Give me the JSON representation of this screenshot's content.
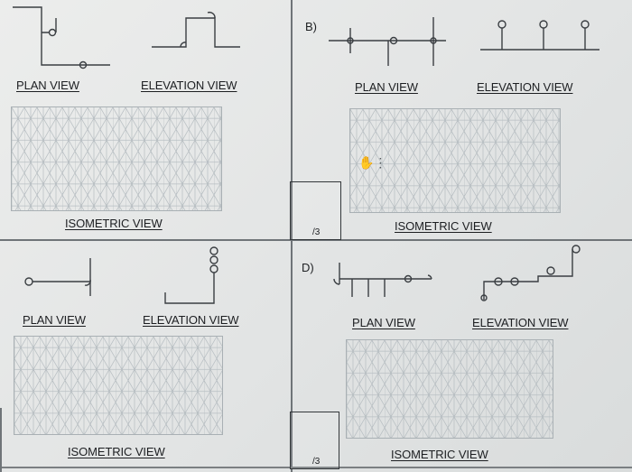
{
  "labels": {
    "plan_view": "PLAN VIEW",
    "elevation_view": "ELEVATION VIEW",
    "isometric_view": "ISOMETRIC VIEW"
  },
  "panels": {
    "b": {
      "letter": "B)"
    },
    "d": {
      "letter": "D)"
    }
  },
  "score_boxes": [
    {
      "text": "/3"
    },
    {
      "text": "/3"
    }
  ],
  "icons": {
    "cursor": "hand-cursor-icon"
  },
  "colors": {
    "background": "#e4e6e6",
    "ink": "#1d1f22",
    "grid": "#b6bdc1"
  }
}
